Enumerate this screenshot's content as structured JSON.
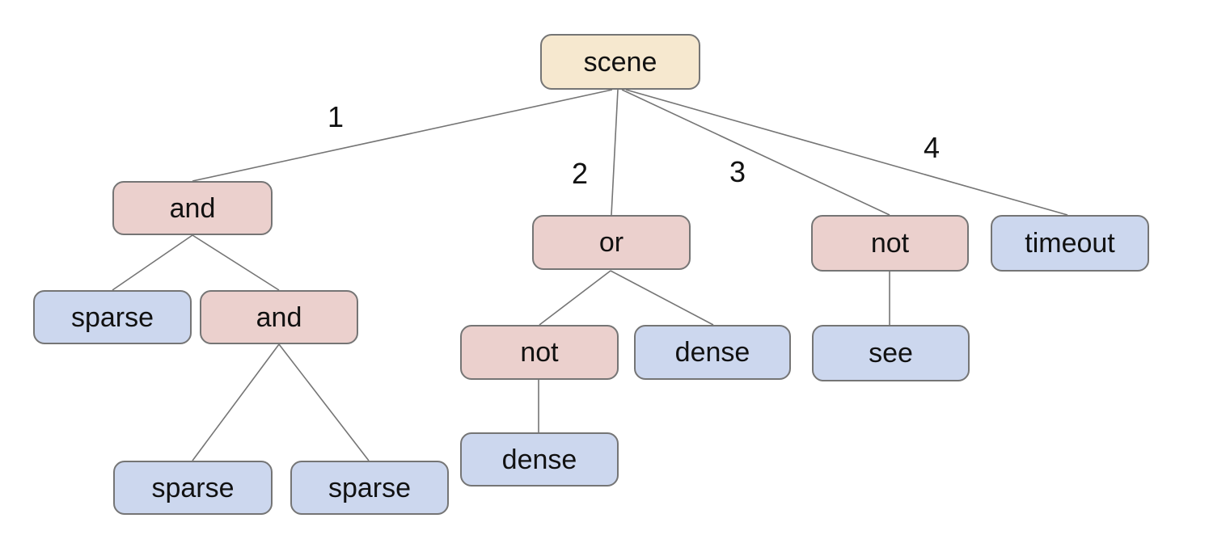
{
  "diagram": {
    "title": "behavior-tree-diagram",
    "colors": {
      "bg": "#ffffff",
      "root-fill": "#f6e8cf",
      "operator-fill": "#ebd0cd",
      "leaf-fill": "#ccd7ee",
      "border-color": "#757575",
      "edge-color": "#757575",
      "text-color": "#111111"
    },
    "nodes": [
      {
        "id": "scene",
        "label": "scene",
        "type": "root"
      },
      {
        "id": "and-1",
        "label": "and",
        "type": "operator"
      },
      {
        "id": "or-1",
        "label": "or",
        "type": "operator"
      },
      {
        "id": "not-1",
        "label": "not",
        "type": "operator"
      },
      {
        "id": "timeout-1",
        "label": "timeout",
        "type": "leaf"
      },
      {
        "id": "sparse-1",
        "label": "sparse",
        "type": "leaf"
      },
      {
        "id": "and-2",
        "label": "and",
        "type": "operator"
      },
      {
        "id": "not-2",
        "label": "not",
        "type": "operator"
      },
      {
        "id": "dense-1",
        "label": "dense",
        "type": "leaf"
      },
      {
        "id": "see-1",
        "label": "see",
        "type": "leaf"
      },
      {
        "id": "sparse-2",
        "label": "sparse",
        "type": "leaf"
      },
      {
        "id": "sparse-3",
        "label": "sparse",
        "type": "leaf"
      },
      {
        "id": "dense-2",
        "label": "dense",
        "type": "leaf"
      }
    ],
    "edges": [
      {
        "from": "scene",
        "to": "and-1",
        "label": "1"
      },
      {
        "from": "scene",
        "to": "or-1",
        "label": "2"
      },
      {
        "from": "scene",
        "to": "not-1",
        "label": "3"
      },
      {
        "from": "scene",
        "to": "timeout-1",
        "label": "4"
      },
      {
        "from": "and-1",
        "to": "sparse-1",
        "label": ""
      },
      {
        "from": "and-1",
        "to": "and-2",
        "label": ""
      },
      {
        "from": "and-2",
        "to": "sparse-2",
        "label": ""
      },
      {
        "from": "and-2",
        "to": "sparse-3",
        "label": ""
      },
      {
        "from": "or-1",
        "to": "not-2",
        "label": ""
      },
      {
        "from": "or-1",
        "to": "dense-1",
        "label": ""
      },
      {
        "from": "not-2",
        "to": "dense-2",
        "label": ""
      },
      {
        "from": "not-1",
        "to": "see-1",
        "label": ""
      }
    ]
  }
}
